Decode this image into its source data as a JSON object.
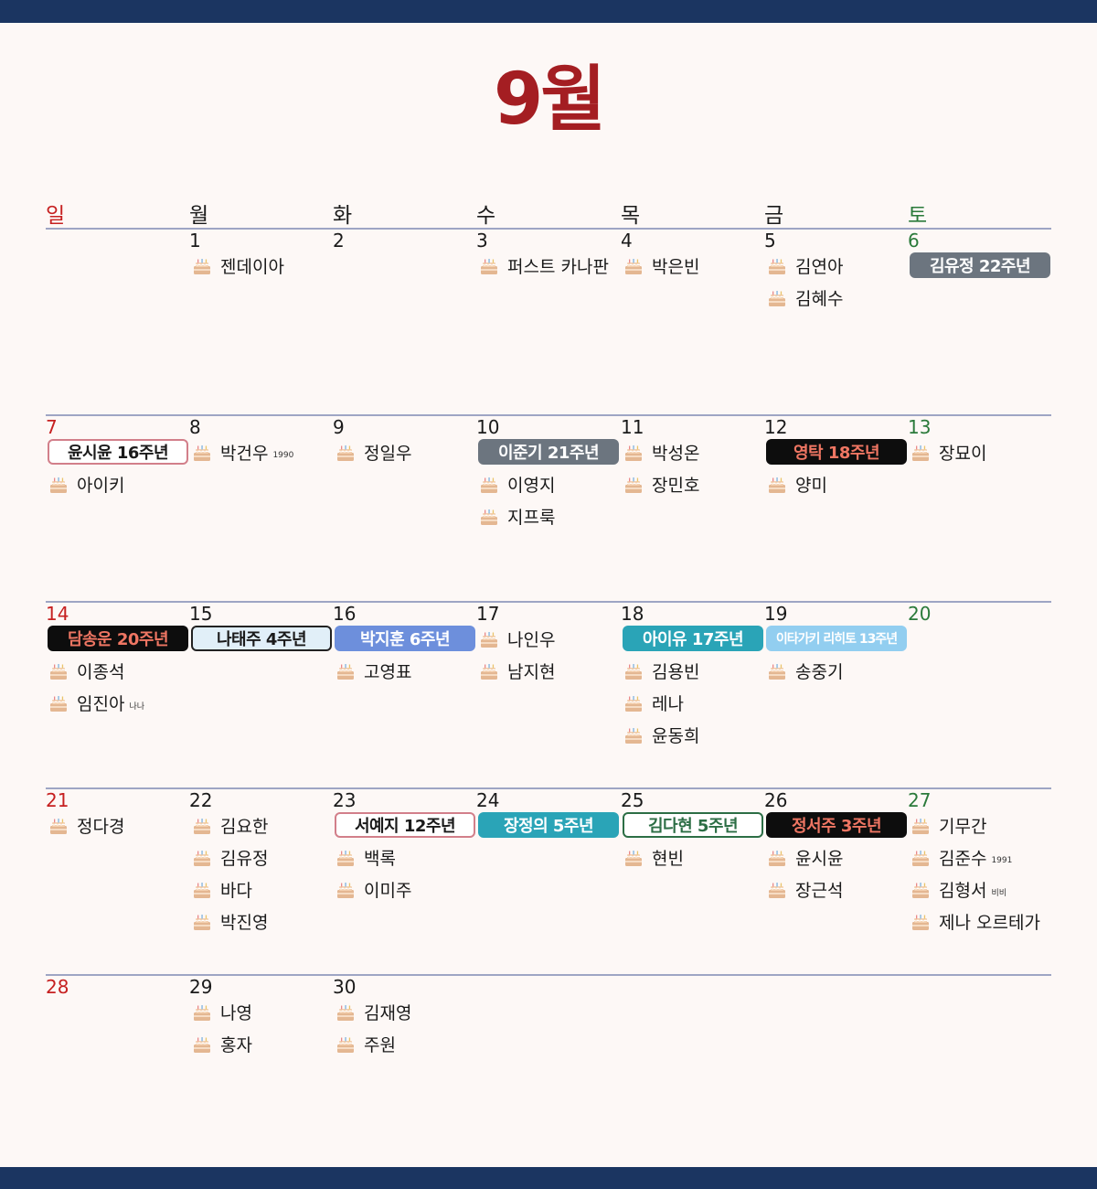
{
  "title": "9월",
  "weekdays": [
    "일",
    "월",
    "화",
    "수",
    "목",
    "금",
    "토"
  ],
  "weeks": [
    [
      null,
      {
        "day": "1",
        "items": [
          {
            "type": "cake",
            "name": "젠데이아"
          }
        ]
      },
      {
        "day": "2",
        "items": []
      },
      {
        "day": "3",
        "items": [
          {
            "type": "cake",
            "name": "퍼스트 카나판"
          }
        ]
      },
      {
        "day": "4",
        "items": [
          {
            "type": "cake",
            "name": "박은빈"
          }
        ]
      },
      {
        "day": "5",
        "items": [
          {
            "type": "cake",
            "name": "김연아"
          },
          {
            "type": "cake",
            "name": "김혜수"
          }
        ]
      },
      {
        "day": "6",
        "items": [
          {
            "type": "badge",
            "style": "gray",
            "name": "김유정 22주년"
          }
        ]
      }
    ],
    [
      {
        "day": "7",
        "items": [
          {
            "type": "badge",
            "style": "pinkline",
            "name": "윤시윤 16주년"
          },
          {
            "type": "cake",
            "name": "아이키"
          }
        ]
      },
      {
        "day": "8",
        "items": [
          {
            "type": "cake",
            "name": "박건우",
            "note": "1990"
          }
        ]
      },
      {
        "day": "9",
        "items": [
          {
            "type": "cake",
            "name": "정일우"
          }
        ]
      },
      {
        "day": "10",
        "items": [
          {
            "type": "badge",
            "style": "gray",
            "name": "이준기 21주년"
          },
          {
            "type": "cake",
            "name": "이영지"
          },
          {
            "type": "cake",
            "name": "지프룩"
          }
        ]
      },
      {
        "day": "11",
        "items": [
          {
            "type": "cake",
            "name": "박성온"
          },
          {
            "type": "cake",
            "name": "장민호"
          }
        ]
      },
      {
        "day": "12",
        "items": [
          {
            "type": "badge",
            "style": "black",
            "name": "영탁 18주년"
          },
          {
            "type": "cake",
            "name": "양미"
          }
        ]
      },
      {
        "day": "13",
        "items": [
          {
            "type": "cake",
            "name": "장묘이"
          }
        ]
      }
    ],
    [
      {
        "day": "14",
        "items": [
          {
            "type": "badge",
            "style": "black",
            "name": "담송운 20주년"
          },
          {
            "type": "cake",
            "name": "이종석"
          },
          {
            "type": "cake",
            "name": "임진아",
            "note": "나나"
          }
        ]
      },
      {
        "day": "15",
        "items": [
          {
            "type": "badge",
            "style": "lightblue",
            "name": "나태주 4주년"
          }
        ]
      },
      {
        "day": "16",
        "items": [
          {
            "type": "badge",
            "style": "blue",
            "name": "박지훈 6주년"
          },
          {
            "type": "cake",
            "name": "고영표"
          }
        ]
      },
      {
        "day": "17",
        "items": [
          {
            "type": "cake",
            "name": "나인우"
          },
          {
            "type": "cake",
            "name": "남지현"
          }
        ]
      },
      {
        "day": "18",
        "items": [
          {
            "type": "badge",
            "style": "teal",
            "name": "아이유 17주년"
          },
          {
            "type": "cake",
            "name": "김용빈"
          },
          {
            "type": "cake",
            "name": "레나"
          },
          {
            "type": "cake",
            "name": "윤동희"
          }
        ]
      },
      {
        "day": "19",
        "items": [
          {
            "type": "badge",
            "style": "sky",
            "name": "이타가키 리히토 13주년"
          },
          {
            "type": "cake",
            "name": "송중기"
          }
        ]
      },
      {
        "day": "20",
        "items": []
      }
    ],
    [
      {
        "day": "21",
        "items": [
          {
            "type": "cake",
            "name": "정다경"
          }
        ]
      },
      {
        "day": "22",
        "items": [
          {
            "type": "cake",
            "name": "김요한"
          },
          {
            "type": "cake",
            "name": "김유정"
          },
          {
            "type": "cake",
            "name": "바다"
          },
          {
            "type": "cake",
            "name": "박진영"
          }
        ]
      },
      {
        "day": "23",
        "items": [
          {
            "type": "badge",
            "style": "pinkline",
            "name": "서예지 12주년"
          },
          {
            "type": "cake",
            "name": "백록"
          },
          {
            "type": "cake",
            "name": "이미주"
          }
        ]
      },
      {
        "day": "24",
        "items": [
          {
            "type": "badge",
            "style": "teal",
            "name": "장정의 5주년"
          }
        ]
      },
      {
        "day": "25",
        "items": [
          {
            "type": "badge",
            "style": "greenline",
            "name": "김다현 5주년"
          },
          {
            "type": "cake",
            "name": "현빈"
          }
        ]
      },
      {
        "day": "26",
        "items": [
          {
            "type": "badge",
            "style": "black",
            "name": "정서주 3주년"
          },
          {
            "type": "cake",
            "name": "윤시윤"
          },
          {
            "type": "cake",
            "name": "장근석"
          }
        ]
      },
      {
        "day": "27",
        "items": [
          {
            "type": "cake",
            "name": "기무간"
          },
          {
            "type": "cake",
            "name": "김준수",
            "note": "1991"
          },
          {
            "type": "cake",
            "name": "김형서",
            "note": "비비"
          },
          {
            "type": "cake",
            "name": "제나 오르테가"
          }
        ]
      }
    ],
    [
      {
        "day": "28",
        "items": []
      },
      {
        "day": "29",
        "items": [
          {
            "type": "cake",
            "name": "나영"
          },
          {
            "type": "cake",
            "name": "홍자"
          }
        ]
      },
      {
        "day": "30",
        "items": [
          {
            "type": "cake",
            "name": "김재영"
          },
          {
            "type": "cake",
            "name": "주원"
          }
        ]
      },
      null,
      null,
      null,
      null
    ]
  ],
  "icons": {
    "cake": "birthday-cake-icon"
  },
  "colors": {
    "bars": "#1b3561",
    "title": "#a41e22",
    "sunday": "#c62020",
    "saturday": "#2a7a3a",
    "rule": "#9ea5c4"
  }
}
